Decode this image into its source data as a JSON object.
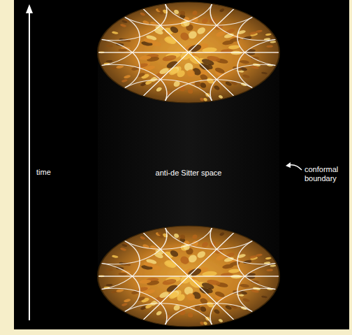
{
  "diagram": {
    "labels": [
      "time",
      "anti-de Sitter space",
      "conformal boundary"
    ]
  }
}
